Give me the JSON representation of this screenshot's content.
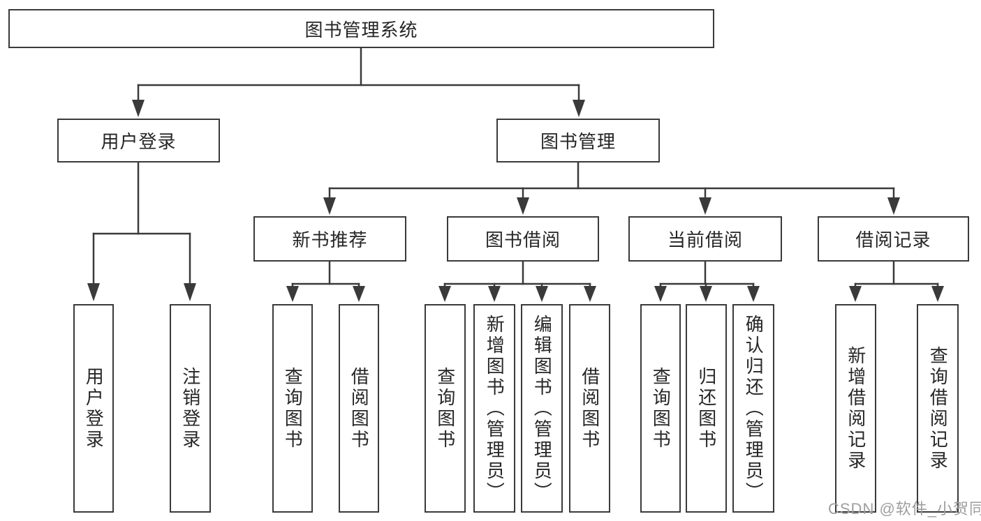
{
  "tree": {
    "label": "图书管理系统",
    "children": [
      {
        "label": "用户登录",
        "children": [
          {
            "label": "用户登录"
          },
          {
            "label": "注销登录"
          }
        ]
      },
      {
        "label": "图书管理",
        "children": [
          {
            "label": "新书推荐",
            "children": [
              {
                "label": "查询图书"
              },
              {
                "label": "借阅图书"
              }
            ]
          },
          {
            "label": "图书借阅",
            "children": [
              {
                "label": "查询图书"
              },
              {
                "label": "新增图书（管理员）"
              },
              {
                "label": "编辑图书（管理员）"
              },
              {
                "label": "借阅图书"
              }
            ]
          },
          {
            "label": "当前借阅",
            "children": [
              {
                "label": "查询图书"
              },
              {
                "label": "归还图书"
              },
              {
                "label": "确认归还（管理员）"
              }
            ]
          },
          {
            "label": "借阅记录",
            "children": [
              {
                "label": "新增借阅记录"
              },
              {
                "label": "查询借阅记录"
              }
            ]
          }
        ]
      }
    ]
  },
  "watermark": "CSDN @软件_小贺同学",
  "colors": {
    "line": "#3a3a3a",
    "border": "#3a3a3a",
    "text": "#262626",
    "watermark": "#9e9e9e",
    "background": "#ffffff"
  }
}
